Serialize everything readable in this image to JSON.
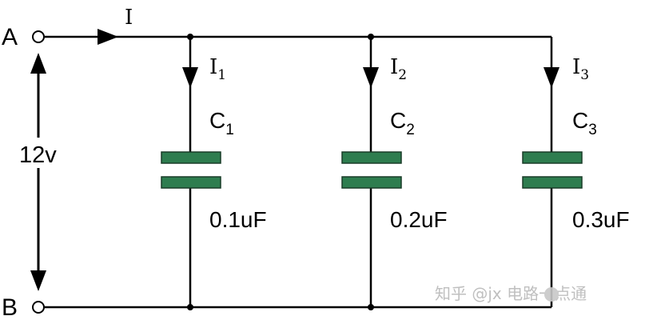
{
  "terminals": {
    "top": "A",
    "bottom": "B"
  },
  "voltage_label": "12v",
  "main_current": "I",
  "branches": [
    {
      "current_main": "I",
      "current_sub": "1",
      "cap_main": "C",
      "cap_sub": "1",
      "value": "0.1uF"
    },
    {
      "current_main": "I",
      "current_sub": "2",
      "cap_main": "C",
      "cap_sub": "2",
      "value": "0.2uF"
    },
    {
      "current_main": "I",
      "current_sub": "3",
      "cap_main": "C",
      "cap_sub": "3",
      "value": "0.3uF"
    }
  ],
  "watermark": "知乎 @jx 电路一点通",
  "colors": {
    "wire": "#000000",
    "capacitor_plate": "#2e7d4f",
    "plate_border": "#1a3d28",
    "watermark": "#b9b9b9"
  }
}
